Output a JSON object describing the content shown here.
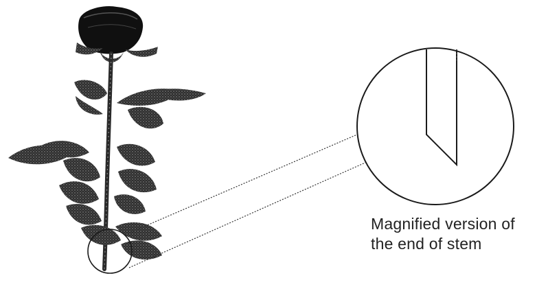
{
  "caption": {
    "line1": "Magnified version of",
    "line2": "the end of stem"
  },
  "colors": {
    "ink": "#1a1a1a",
    "leaf": "#3a3a3a",
    "petal": "#111111",
    "background": "#ffffff"
  },
  "icons": {
    "flower": "rose-illustration",
    "magnifier": "magnified-circle"
  }
}
